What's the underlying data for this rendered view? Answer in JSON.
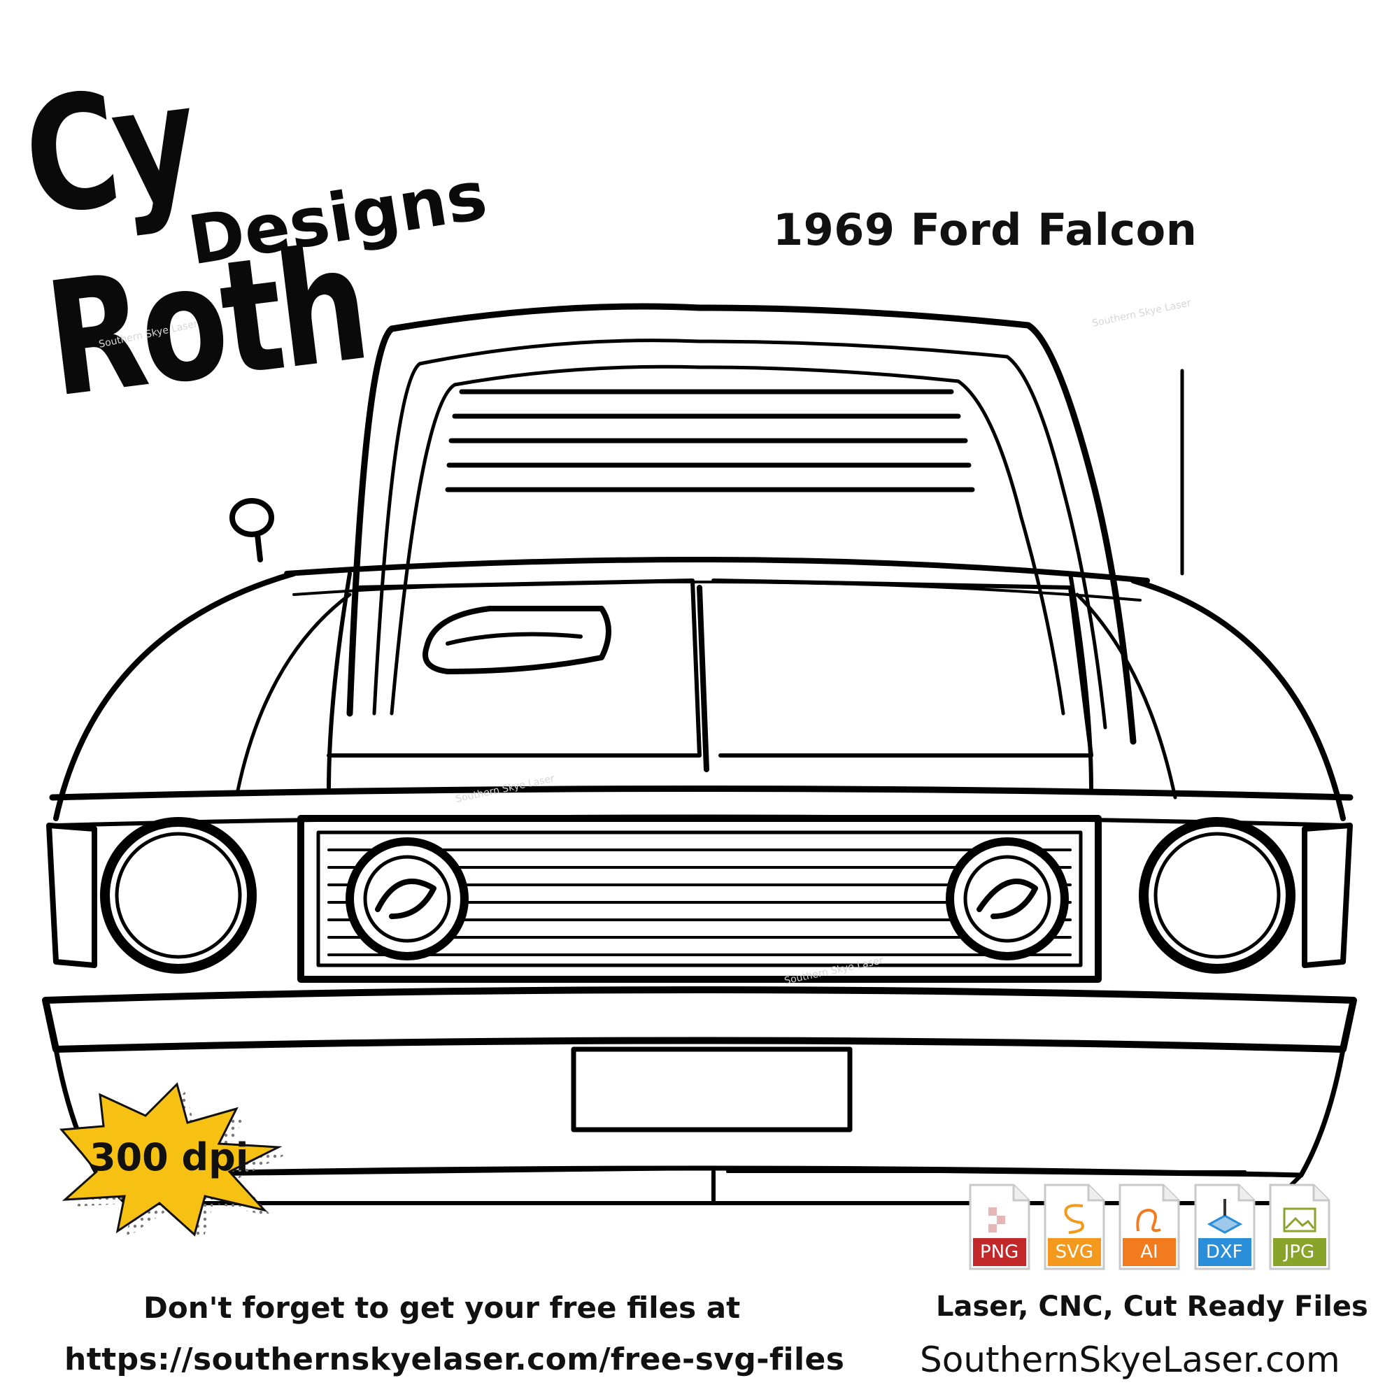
{
  "brand": {
    "line1": "Cy Roth",
    "line2": "Designs"
  },
  "title": "1969 Ford Falcon",
  "badge": {
    "text": "300 dpi",
    "color": "#f7c114"
  },
  "file_types": [
    {
      "label": "PNG",
      "color": "#c0282a"
    },
    {
      "label": "SVG",
      "color": "#f39a1e"
    },
    {
      "label": "AI",
      "color": "#f27b1f"
    },
    {
      "label": "DXF",
      "color": "#2a8fd8"
    },
    {
      "label": "JPG",
      "color": "#8aa32a"
    }
  ],
  "footer": {
    "promo": "Don't forget to get your free files at",
    "promo_url": "https://southernskyelaser.com/free-svg-files",
    "tagline": "Laser, CNC, Cut Ready Files",
    "site": "SouthernSkyeLaser.com"
  }
}
